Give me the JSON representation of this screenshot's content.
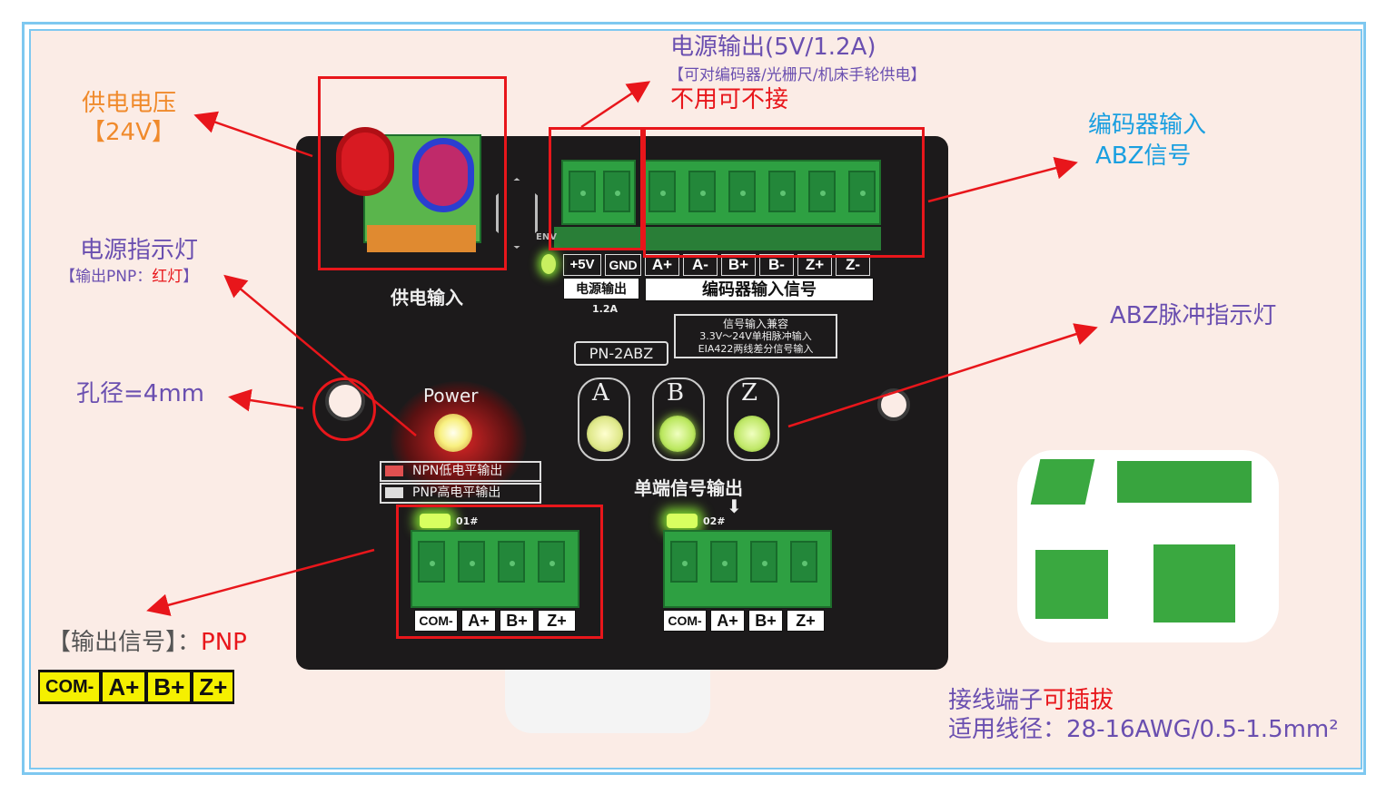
{
  "labels": {
    "supply_voltage": "供电电压",
    "supply_voltage_value": "【24V】",
    "power_output_title": "电源输出(5V/1.2A)",
    "power_output_note": "【可对编码器/光栅尺/机床手轮供电】",
    "power_output_optional": "不用可不接",
    "encoder_input_line1": "编码器输入",
    "encoder_input_line2": "ABZ信号",
    "power_indicator": "电源指示灯",
    "power_indicator_note_prefix": "【输出PNP：",
    "power_indicator_note_red": "红灯",
    "power_indicator_note_suffix": "】",
    "hole_diameter": "孔径=4mm",
    "abz_indicator": "ABZ脉冲指示灯",
    "output_signal_prefix": "【输出信号】：",
    "output_signal_value": "PNP",
    "terminal_note_black": "接线端子",
    "terminal_note_red": "可插拔",
    "wire_gauge": "适用线径：28-16AWG/0.5-1.5mm²"
  },
  "legend_pins": [
    "COM-",
    "A+",
    "B+",
    "Z+"
  ],
  "device": {
    "supply_input_label": "供电输入",
    "power_pins": [
      "+5V",
      "GND"
    ],
    "power_out_label": "电源输出",
    "power_out_current": "1.2A",
    "encoder_pins": [
      "A+",
      "A-",
      "B+",
      "B-",
      "Z+",
      "Z-"
    ],
    "encoder_input_label": "编码器输入信号",
    "model": "PN-2ABZ",
    "compat_title": "信号输入兼容",
    "compat_line1": "3.3V～24V单相脉冲输入",
    "compat_line2": "EIA422两线差分信号输入",
    "power_led_label": "Power",
    "channel_letters": [
      "A",
      "B",
      "Z"
    ],
    "npn_option": "NPN低电平输出",
    "pnp_option": "PNP高电平输出",
    "single_ended_output": "单端信号输出",
    "out1_tag": "01#",
    "out2_tag": "02#",
    "out_pins": [
      "COM-",
      "A+",
      "B+",
      "Z+"
    ],
    "env_mark": "ENV"
  },
  "colors": {
    "annotation_red": "#e8161b",
    "orange": "#f08a2b",
    "purple": "#6a4fb0",
    "blue": "#1a9fe0",
    "frame_blue": "#7ec8f0",
    "legend_yellow": "#f5f000",
    "terminal_green": "#2ea042"
  }
}
